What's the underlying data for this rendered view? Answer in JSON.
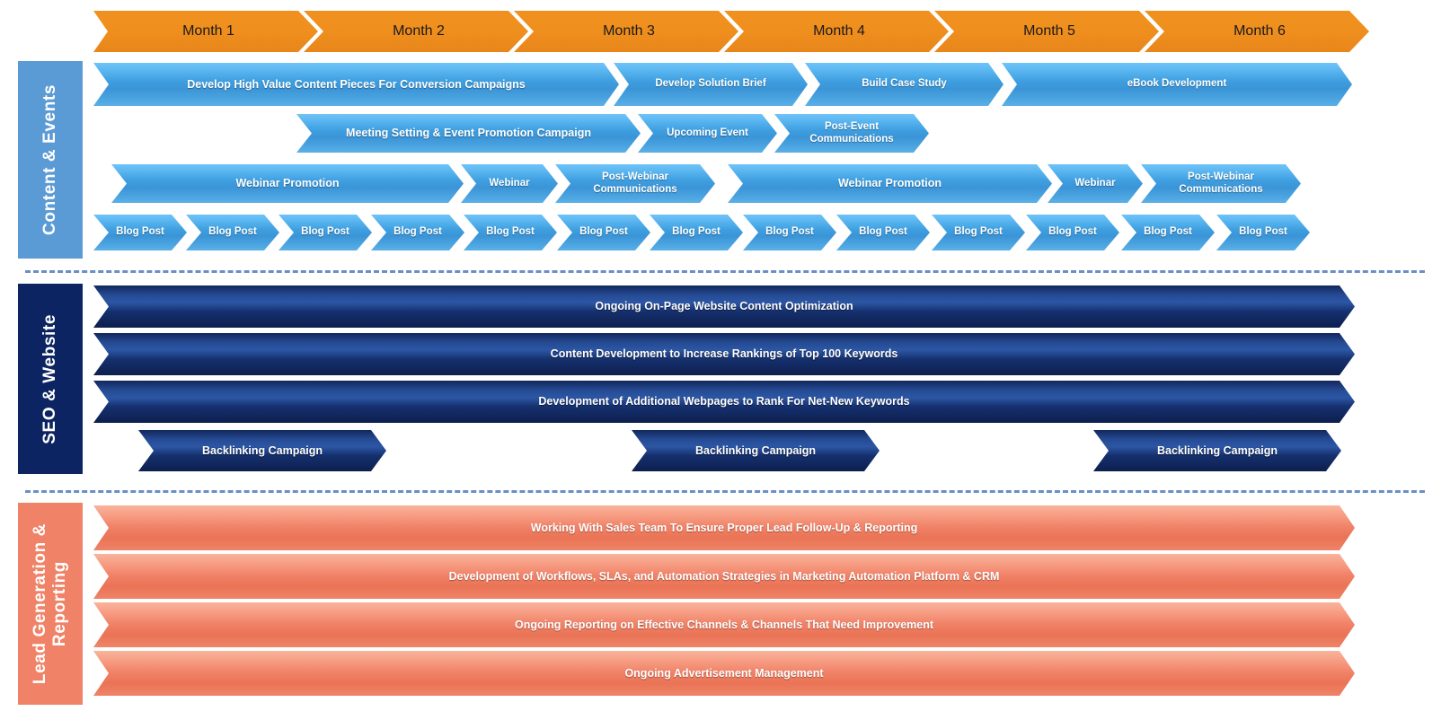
{
  "timeline": {
    "months": [
      {
        "label": "Month 1"
      },
      {
        "label": "Month 2"
      },
      {
        "label": "Month 3"
      },
      {
        "label": "Month 4"
      },
      {
        "label": "Month 5"
      },
      {
        "label": "Month 6"
      }
    ],
    "month_color": "#ef8f1e"
  },
  "sections": [
    {
      "id": "content-events",
      "label": "Content & Events",
      "color": "#5b9bd5",
      "bar_color": "#3e9fe0",
      "rows": [
        {
          "name": "content-assets-row",
          "tasks": [
            {
              "label": "Develop High Value Content Pieces For Conversion Campaigns"
            },
            {
              "label": "Develop Solution Brief"
            },
            {
              "label": "Build Case Study"
            },
            {
              "label": "eBook Development"
            }
          ]
        },
        {
          "name": "events-row",
          "tasks": [
            {
              "label": "Meeting Setting & Event Promotion Campaign"
            },
            {
              "label": "Upcoming Event"
            },
            {
              "label": "Post-Event Communications"
            }
          ]
        },
        {
          "name": "webinar-row",
          "tasks": [
            {
              "label": "Webinar Promotion"
            },
            {
              "label": "Webinar"
            },
            {
              "label": "Post-Webinar Communications"
            },
            {
              "label": "Webinar Promotion"
            },
            {
              "label": "Webinar"
            },
            {
              "label": "Post-Webinar Communications"
            }
          ]
        },
        {
          "name": "blog-row",
          "tasks": [
            {
              "label": "Blog Post"
            },
            {
              "label": "Blog Post"
            },
            {
              "label": "Blog Post"
            },
            {
              "label": "Blog Post"
            },
            {
              "label": "Blog Post"
            },
            {
              "label": "Blog Post"
            },
            {
              "label": "Blog Post"
            },
            {
              "label": "Blog Post"
            },
            {
              "label": "Blog Post"
            },
            {
              "label": "Blog Post"
            },
            {
              "label": "Blog Post"
            },
            {
              "label": "Blog Post"
            },
            {
              "label": "Blog Post"
            }
          ]
        }
      ]
    },
    {
      "id": "seo-website",
      "label": "SEO & Website",
      "color": "#0c2461",
      "bar_color": "#1a3a7d",
      "rows": [
        {
          "name": "onpage-row",
          "tasks": [
            {
              "label": "Ongoing On-Page Website Content Optimization"
            }
          ]
        },
        {
          "name": "rankings-row",
          "tasks": [
            {
              "label": "Content Development to Increase Rankings of Top 100 Keywords"
            }
          ]
        },
        {
          "name": "webpages-row",
          "tasks": [
            {
              "label": "Development of Additional Webpages to Rank For Net-New Keywords"
            }
          ]
        },
        {
          "name": "backlinking-row",
          "tasks": [
            {
              "label": "Backlinking Campaign"
            },
            {
              "label": "Backlinking Campaign"
            },
            {
              "label": "Backlinking Campaign"
            }
          ]
        }
      ]
    },
    {
      "id": "lead-generation-reporting",
      "label": "Lead Generation &\nReporting",
      "color": "#f08267",
      "bar_color": "#f08267",
      "rows": [
        {
          "name": "sales-followup-row",
          "tasks": [
            {
              "label": "Working With Sales Team To Ensure Proper Lead Follow-Up & Reporting"
            }
          ]
        },
        {
          "name": "workflows-row",
          "tasks": [
            {
              "label": "Development of Workflows, SLAs, and Automation Strategies in Marketing Automation Platform & CRM"
            }
          ]
        },
        {
          "name": "reporting-row",
          "tasks": [
            {
              "label": "Ongoing Reporting on Effective Channels & Channels That Need Improvement"
            }
          ]
        },
        {
          "name": "ad-management-row",
          "tasks": [
            {
              "label": "Ongoing Advertisement Management"
            }
          ]
        }
      ]
    }
  ]
}
